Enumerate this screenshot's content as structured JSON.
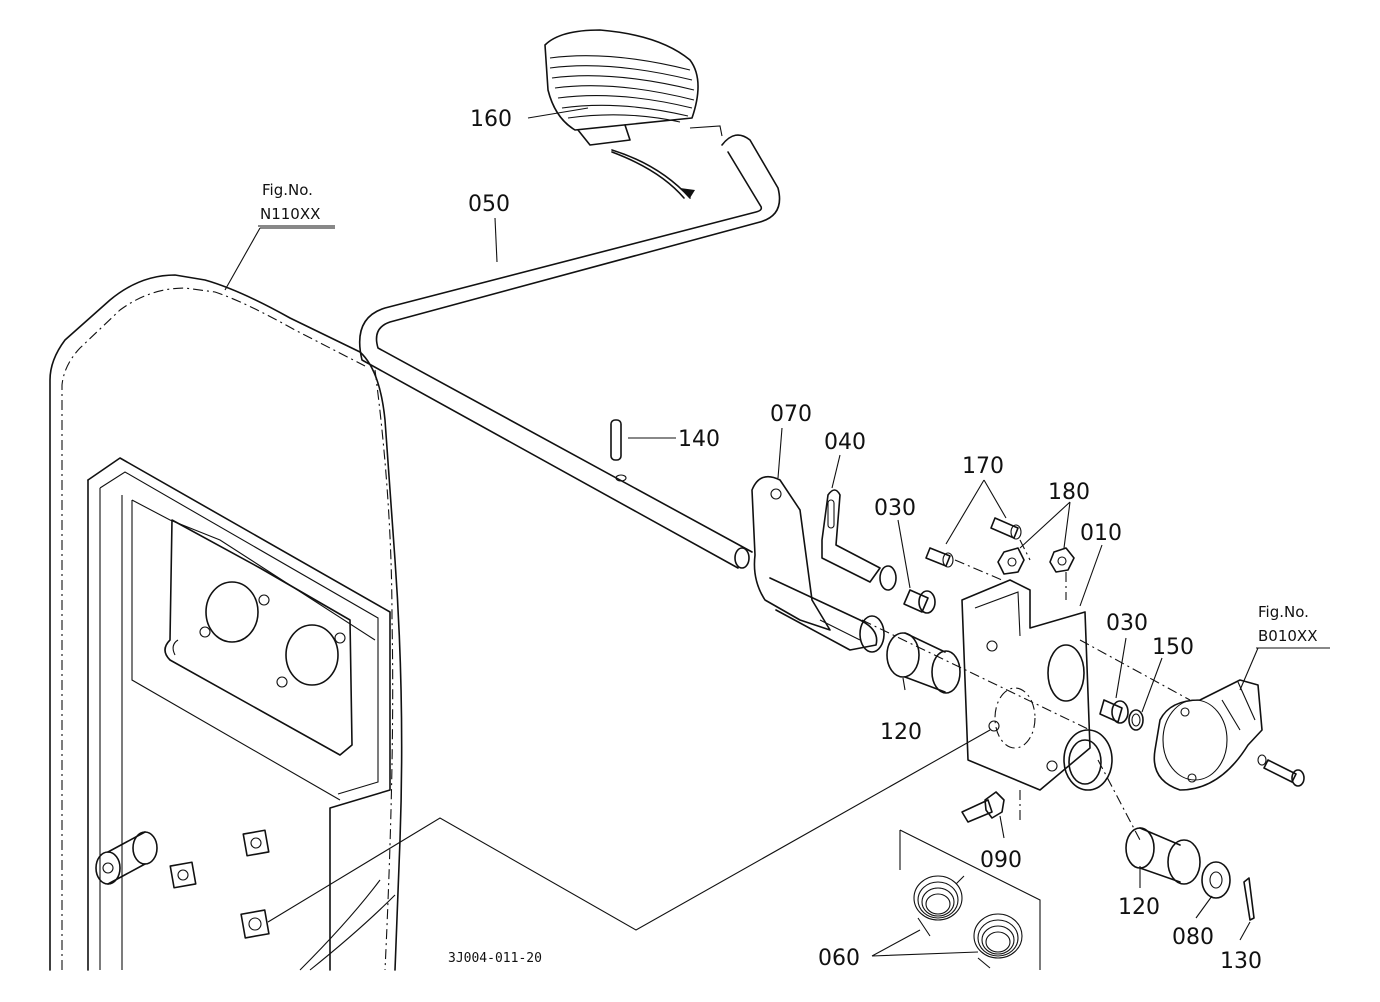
{
  "diagram": {
    "drawing_code": "3J004-011-20",
    "fig_refs": [
      {
        "line1": "Fig.No.",
        "line2": "N110XX"
      },
      {
        "line1": "Fig.No.",
        "line2": "B010XX"
      }
    ],
    "part_labels": [
      "160",
      "050",
      "140",
      "070",
      "040",
      "030",
      "170",
      "180",
      "010",
      "030",
      "150",
      "120",
      "090",
      "120",
      "080",
      "130",
      "060"
    ]
  }
}
